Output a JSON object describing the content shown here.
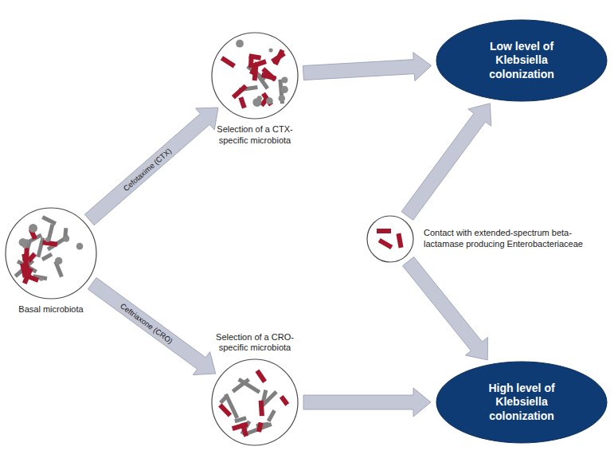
{
  "diagram": {
    "nodes": [
      {
        "text": [
          "Basal microbiota"
        ]
      },
      {
        "text": [
          "Selection of a CTX-specific microbiota"
        ]
      },
      {
        "text": [
          "Selection of a CRO-specific microbiota"
        ]
      },
      {
        "text": [
          "Contact with extended-spectrum beta-lactamase producing Enterobacteriaceae"
        ]
      },
      {
        "text": [
          "Low level of Klebsiella colonization"
        ]
      },
      {
        "text": [
          "High level of Klebsiella colonization"
        ]
      }
    ],
    "edges": [
      {
        "from": 0,
        "to": 1,
        "label": "Cefotaxime (CTX)",
        "arrow": "to"
      },
      {
        "from": 0,
        "to": 2,
        "label": "Ceftriaxone (CRO)",
        "arrow": "to"
      },
      {
        "from": 1,
        "to": 4,
        "arrow": "to"
      },
      {
        "from": 2,
        "to": 5,
        "arrow": "to"
      },
      {
        "from": 3,
        "to": 4,
        "arrow": "to"
      },
      {
        "from": 3,
        "to": 5,
        "arrow": "to"
      }
    ]
  }
}
